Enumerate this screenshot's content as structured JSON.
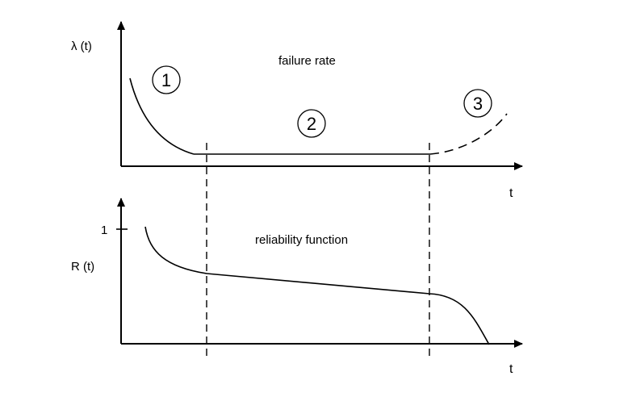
{
  "colors": {
    "background": "#ffffff",
    "ink": "#000000"
  },
  "top_chart": {
    "y_axis_label": "λ (t)",
    "x_axis_label": "t",
    "title": "failure rate",
    "regions": [
      "1",
      "2",
      "3"
    ]
  },
  "bottom_chart": {
    "y_axis_label": "R (t)",
    "x_axis_label": "t",
    "title": "reliability function",
    "y_tick_label": "1"
  }
}
